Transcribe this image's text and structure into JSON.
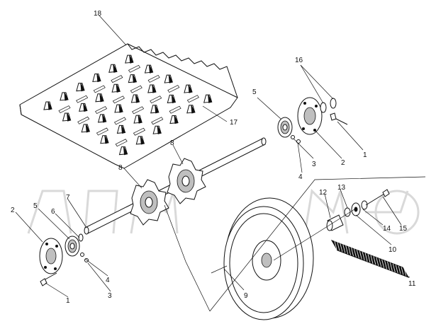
{
  "callouts": [
    {
      "id": "c18a",
      "text": "18"
    },
    {
      "id": "c17",
      "text": "17"
    },
    {
      "id": "c16",
      "text": "16"
    },
    {
      "id": "c5a",
      "text": "5"
    },
    {
      "id": "c1a",
      "text": "1"
    },
    {
      "id": "c2a",
      "text": "2"
    },
    {
      "id": "c3a",
      "text": "3"
    },
    {
      "id": "c4a",
      "text": "4"
    },
    {
      "id": "c8a",
      "text": "8"
    },
    {
      "id": "c8b",
      "text": "8"
    },
    {
      "id": "c7",
      "text": "7"
    },
    {
      "id": "c6",
      "text": "6"
    },
    {
      "id": "c5b",
      "text": "5"
    },
    {
      "id": "c2b",
      "text": "2"
    },
    {
      "id": "c4b",
      "text": "4"
    },
    {
      "id": "c3b",
      "text": "3"
    },
    {
      "id": "c1b",
      "text": "1"
    },
    {
      "id": "c13",
      "text": "13"
    },
    {
      "id": "c12",
      "text": "12"
    },
    {
      "id": "c14",
      "text": "14"
    },
    {
      "id": "c15",
      "text": "15"
    },
    {
      "id": "c10",
      "text": "10"
    },
    {
      "id": "c11",
      "text": "11"
    },
    {
      "id": "c9",
      "text": "9"
    }
  ]
}
